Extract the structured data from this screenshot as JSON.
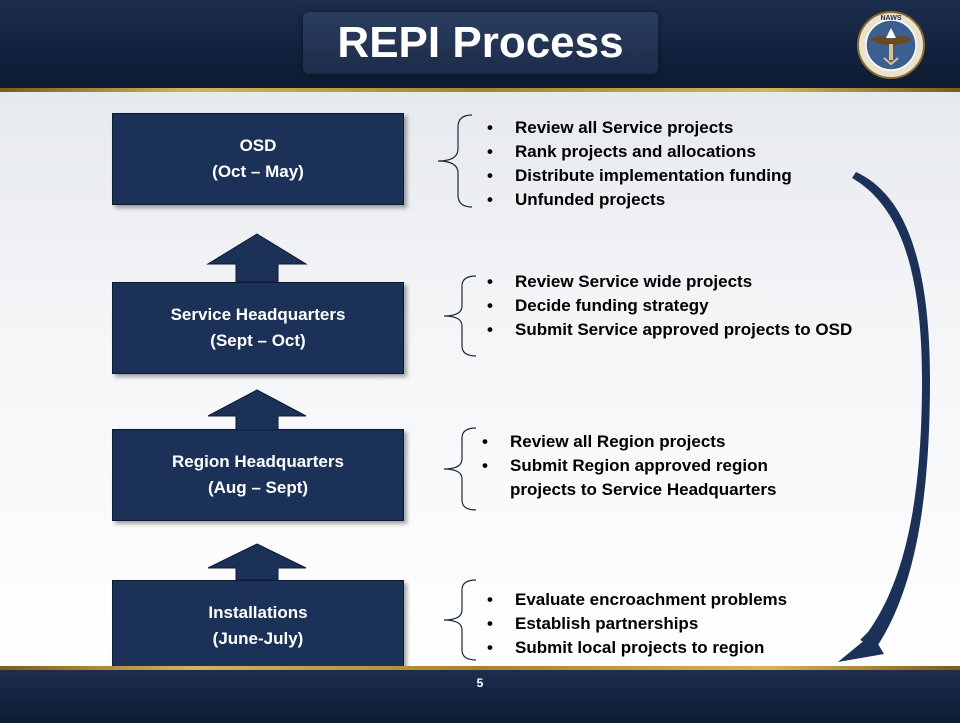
{
  "slide": {
    "title": "REPI Process",
    "page_number": "5",
    "logo_text": "NAWS"
  },
  "process": [
    {
      "name": "OSD",
      "period": "(Oct – May)",
      "bullets": [
        "Review all Service projects",
        "Rank projects and allocations",
        "Distribute implementation funding",
        "Unfunded projects"
      ]
    },
    {
      "name": "Service Headquarters",
      "period": "(Sept – Oct)",
      "bullets": [
        "Review Service wide projects",
        "Decide funding strategy",
        "Submit Service approved projects to OSD"
      ]
    },
    {
      "name": "Region Headquarters",
      "period": "(Aug – Sept)",
      "bullets": [
        "Review all Region projects",
        "Submit Region approved region projects to Service Headquarters"
      ]
    },
    {
      "name": "Installations",
      "period": "(June-July)",
      "bullets": [
        "Evaluate encroachment problems",
        "Establish partnerships",
        "Submit local projects to region"
      ]
    }
  ],
  "colors": {
    "box": "#1c3157",
    "header": "#12213d",
    "accent_gold": "#c9a24a"
  }
}
